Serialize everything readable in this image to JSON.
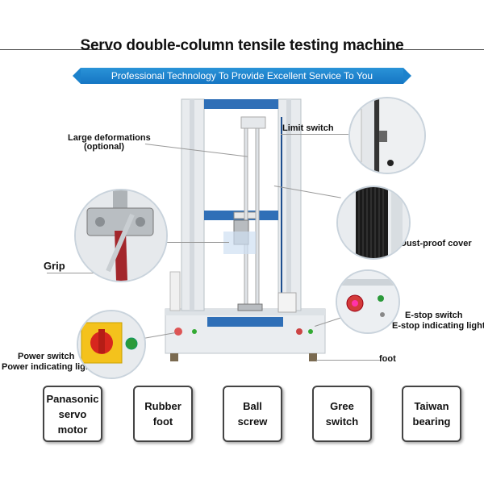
{
  "header": {
    "title": "Servo double-column tensile testing machine",
    "banner": "Professional Technology To Provide Excellent Service To You"
  },
  "callouts": {
    "large_deformations": "Large deformations",
    "optional": "(optional)",
    "limit_switch": "Limit switch",
    "grip": "Grip",
    "dust_proof_cover": "Dust-proof cover",
    "estop_switch": "E-stop switch",
    "estop_light": "E-stop indicating light",
    "power_switch": "Power switch",
    "power_light": "Power indicating light",
    "foot": "foot"
  },
  "features": [
    {
      "label": "Panasonic\nservo motor"
    },
    {
      "label": "Rubber\nfoot"
    },
    {
      "label": "Ball\nscrew"
    },
    {
      "label": "Gree\nswitch"
    },
    {
      "label": "Taiwan\nbearing"
    }
  ],
  "colors": {
    "accent_blue": "#1a7fd0",
    "frame_blue": "#2f6fb7",
    "grip_red": "#a3262b",
    "switch_yellow": "#f4c21c"
  }
}
